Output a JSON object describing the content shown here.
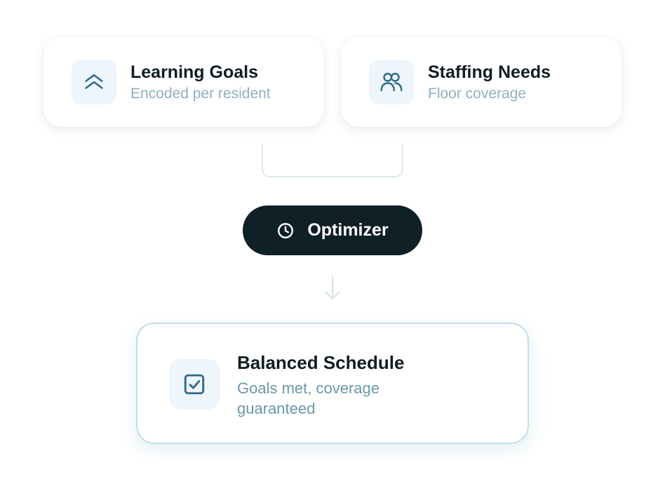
{
  "inputs": [
    {
      "title": "Learning Goals",
      "subtitle": "Encoded per resident",
      "icon": "double-chevron-up-icon"
    },
    {
      "title": "Staffing Needs",
      "subtitle": "Floor coverage",
      "icon": "users-icon"
    }
  ],
  "process": {
    "label": "Optimizer",
    "icon": "clock-icon"
  },
  "output": {
    "title": "Balanced Schedule",
    "subtitle": "Goals met, coverage guaranteed",
    "icon": "check-square-icon"
  },
  "colors": {
    "card_bg": "#ffffff",
    "icon_tile_bg": "#eef5fb",
    "icon_stroke": "#2c6a86",
    "title_text": "#0f1d24",
    "subtitle_text": "#8fb0bf",
    "output_subtitle_text": "#6b98a9",
    "pill_bg": "#0f2027",
    "connector": "#d9e9ef",
    "output_border": "#bfdfe8"
  }
}
